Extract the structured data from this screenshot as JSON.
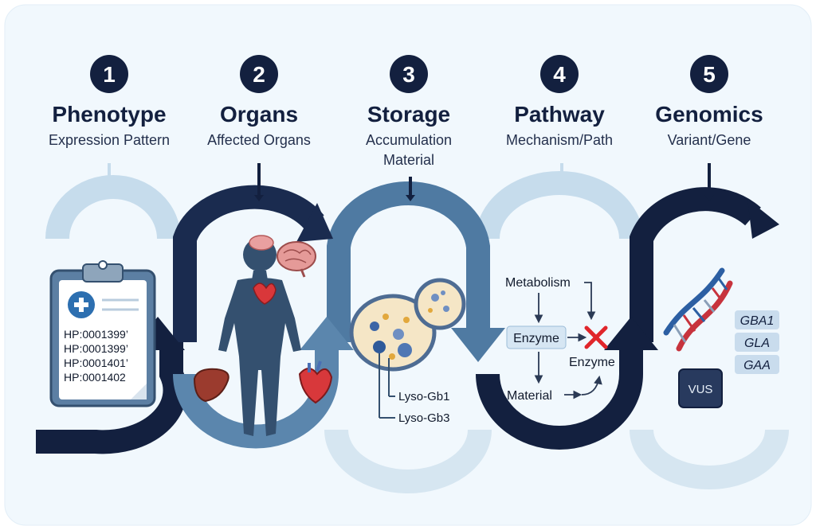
{
  "steps": [
    {
      "number": "1",
      "title": "Phenotype",
      "subtitle": "Expression Pattern"
    },
    {
      "number": "2",
      "title": "Organs",
      "subtitle": "Affected Organs"
    },
    {
      "number": "3",
      "title": "Storage",
      "subtitle_line1": "Accumulation",
      "subtitle_line2": "Material"
    },
    {
      "number": "4",
      "title": "Pathway",
      "subtitle": "Mechanism/Path"
    },
    {
      "number": "5",
      "title": "Genomics",
      "subtitle": "Variant/Gene"
    }
  ],
  "phenotype": {
    "hpo_terms": [
      "HP:0001399’",
      "HP:0001399’",
      "HP:0001401’",
      "HP:0001402"
    ]
  },
  "storage": {
    "labels": [
      "Lyso-Gb1",
      "Lyso-Gb3"
    ]
  },
  "pathway": {
    "metabolism": "Metabolism",
    "enzyme": "Enzyme",
    "enzyme_blocked": "Enzyme",
    "material": "Material"
  },
  "genomics": {
    "genes": [
      "GBA1",
      "GLA",
      "GAA"
    ],
    "vus": "VUS"
  },
  "icons": {
    "step1": "clipboard-icon",
    "step2": "human-body-icon",
    "step3": "cell-icon",
    "step4": "pathway-block-icon",
    "step5": "dna-icon"
  },
  "colors": {
    "dark_navy": "#13203f",
    "mid_blue": "#5b86ad",
    "light_blue": "#c6dcec",
    "background": "#f1f8fd"
  }
}
